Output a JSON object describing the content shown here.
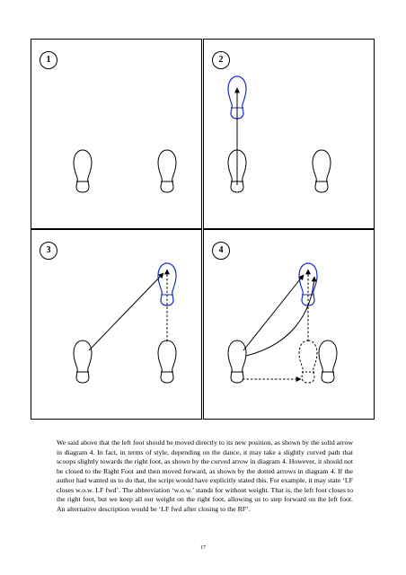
{
  "diagrams": [
    {
      "number": "1"
    },
    {
      "number": "2"
    },
    {
      "number": "3"
    },
    {
      "number": "4"
    }
  ],
  "colors": {
    "moved_foot": "#1a2fc2",
    "ink": "#000000"
  },
  "paragraph": "We said above that the left foot should be moved directly to its new position, as shown by the solid arrow in diagram 4. In fact, in terms of style, depending on the dance, it may take a slightly curved path that scoops slightly towards the right foot, as shown by the curved arrow in diagram 4. However, it should not be closed to the Right Foot and then moved forward, as shown by the dotted arrows in diagram 4. If the author had wanted us to do that, the script would have explicitly stated this. For example, it may state ‘LF closes w.o.w. LF fwd’. The abbreviation ‘w.o.w.’ stands for without weight. That is, the left foot closes to the right foot, but we keep all our weight on the right foot, allowing us to step forward on the left foot. An alternative description would be ‘LF fwd after closing to the RF’.",
  "page_number": "17"
}
